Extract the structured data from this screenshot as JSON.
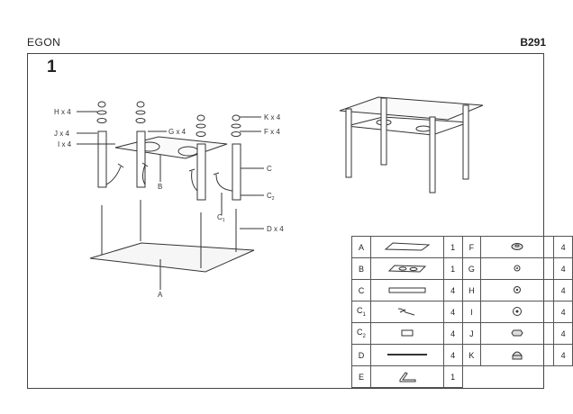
{
  "header": {
    "product_name": "EGON",
    "product_code": "B291"
  },
  "step": "1",
  "callouts": {
    "h": "H x 4",
    "j": "J x 4",
    "i": "I x 4",
    "g": "G x 4",
    "k": "K x 4",
    "f": "F x 4",
    "c": "C",
    "c2": "C",
    "c2_sub": "2",
    "c1": "C",
    "c1_sub": "1",
    "b": "B",
    "d": "D x 4",
    "a": "A"
  },
  "parts_left": [
    {
      "label": "A",
      "sub": "",
      "icon": "glass-top-icon",
      "qty": "1"
    },
    {
      "label": "B",
      "sub": "",
      "icon": "glass-shelf-icon",
      "qty": "1"
    },
    {
      "label": "C",
      "sub": "",
      "icon": "leg-tube-icon",
      "qty": "4"
    },
    {
      "label": "C",
      "sub": "1",
      "icon": "shelf-bracket-icon",
      "qty": "4"
    },
    {
      "label": "C",
      "sub": "2",
      "icon": "leg-cap-icon",
      "qty": "4"
    },
    {
      "label": "D",
      "sub": "",
      "icon": "threaded-rod-icon",
      "qty": "4"
    },
    {
      "label": "E",
      "sub": "",
      "icon": "allen-key-icon",
      "qty": "1"
    }
  ],
  "parts_right": [
    {
      "label": "F",
      "icon": "rubber-pad-icon",
      "qty": "4"
    },
    {
      "label": "G",
      "icon": "small-washer-icon",
      "qty": "4"
    },
    {
      "label": "H",
      "icon": "washer-icon",
      "qty": "4"
    },
    {
      "label": "I",
      "icon": "large-washer-icon",
      "qty": "4"
    },
    {
      "label": "J",
      "icon": "nut-icon",
      "qty": "4"
    },
    {
      "label": "K",
      "icon": "cap-nut-icon",
      "qty": "4"
    }
  ]
}
